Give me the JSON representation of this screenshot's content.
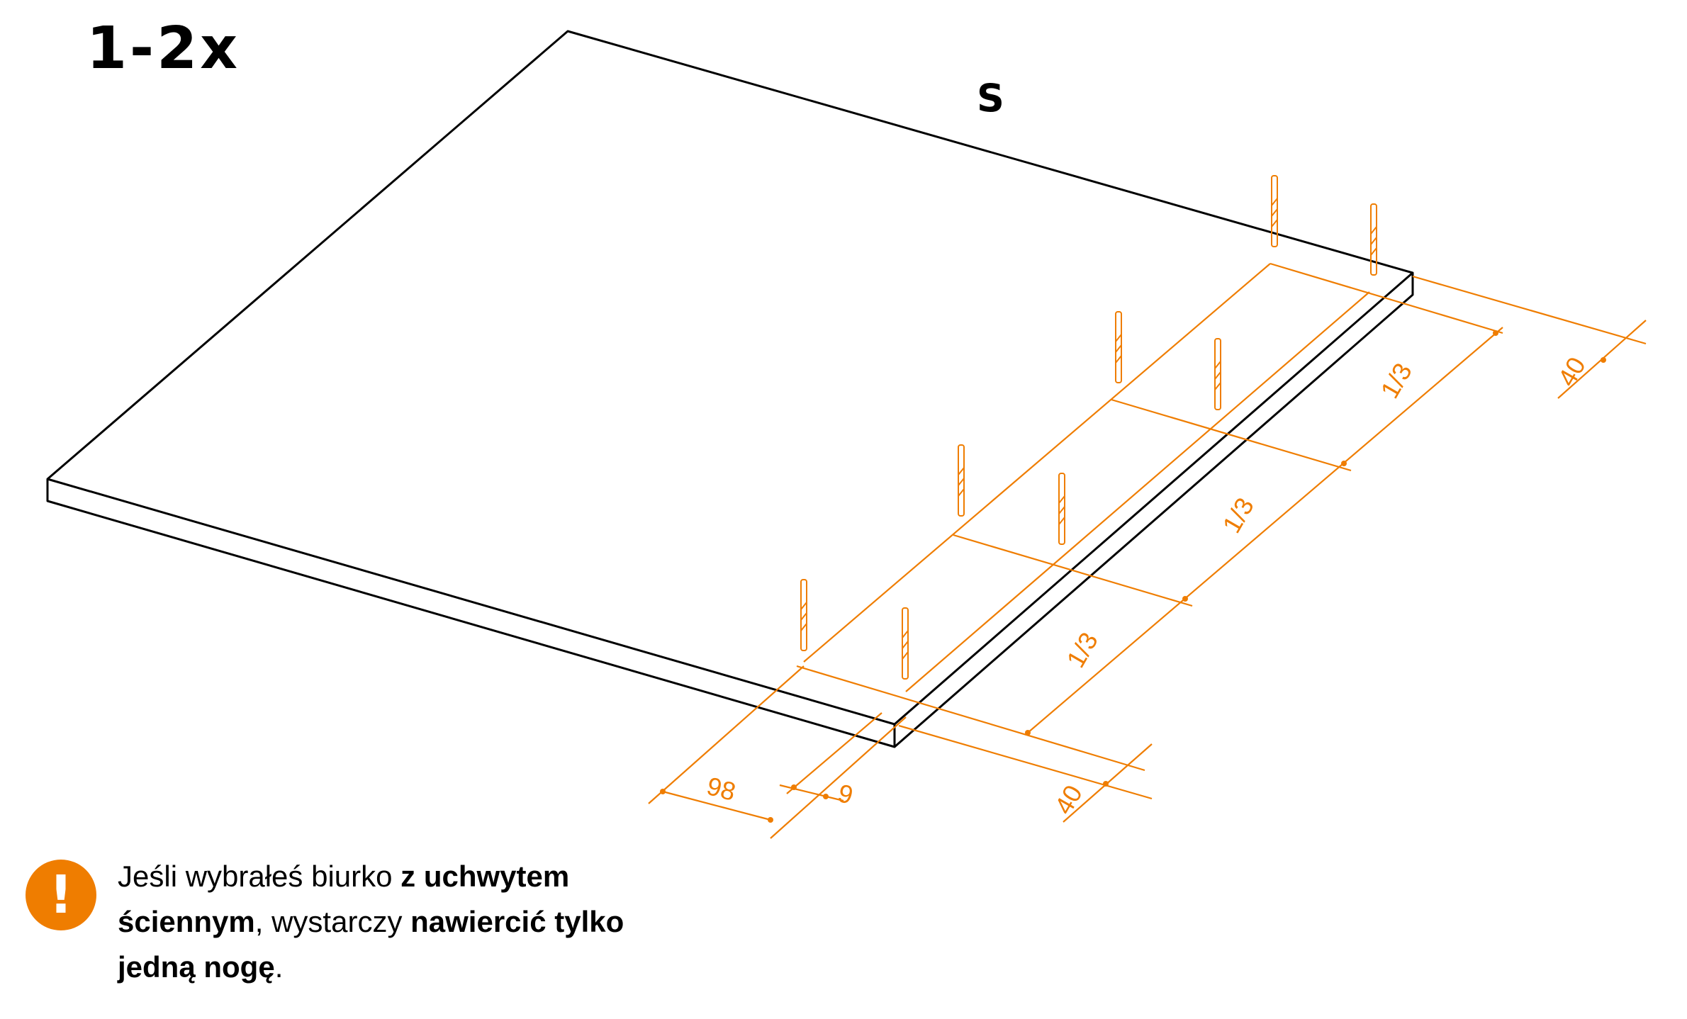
{
  "quantity": "1-2x",
  "part_label": "S",
  "dimensions": {
    "edge_offset_right": "40",
    "edge_offset_front": "40",
    "third_1": "1/3",
    "third_2": "1/3",
    "third_3": "1/3",
    "offset_98": "98",
    "offset_9": "9"
  },
  "note": {
    "icon": "exclamation-icon",
    "text_1": "Jeśli wybrałeś biurko ",
    "bold_1": "z uchwytem",
    "bold_2": "ściennym",
    "text_2": ", wystarczy ",
    "bold_3": "nawiercić tylko",
    "bold_4": "jedną nogę",
    "text_3": "."
  },
  "colors": {
    "line": "#000000",
    "dimension": "#ef7d00",
    "icon_bg": "#ef7d00"
  }
}
